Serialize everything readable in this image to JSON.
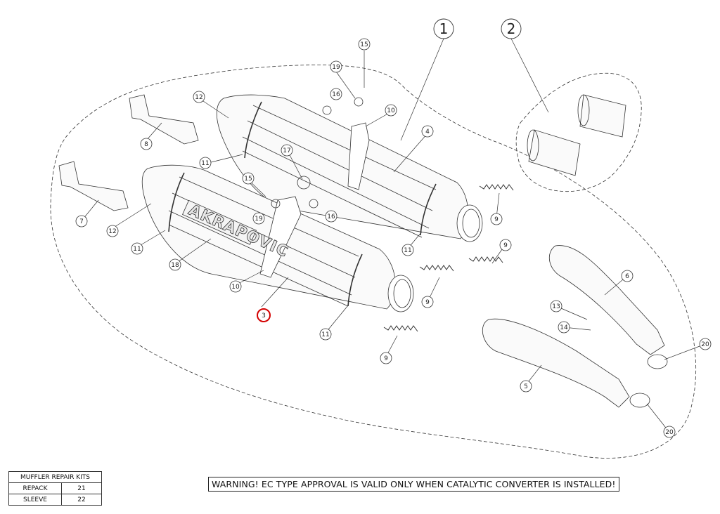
{
  "group_labels": [
    "1",
    "2"
  ],
  "callouts": [
    {
      "id": "c-15a",
      "text": "15"
    },
    {
      "id": "c-19a",
      "text": "19"
    },
    {
      "id": "c-16a",
      "text": "16"
    },
    {
      "id": "c-12a",
      "text": "12"
    },
    {
      "id": "c-10a",
      "text": "10"
    },
    {
      "id": "c-8",
      "text": "8"
    },
    {
      "id": "c-4",
      "text": "4"
    },
    {
      "id": "c-17",
      "text": "17"
    },
    {
      "id": "c-11a",
      "text": "11"
    },
    {
      "id": "c-15b",
      "text": "15"
    },
    {
      "id": "c-16b",
      "text": "16"
    },
    {
      "id": "c-19b",
      "text": "19"
    },
    {
      "id": "c-7",
      "text": "7"
    },
    {
      "id": "c-12b",
      "text": "12"
    },
    {
      "id": "c-11b",
      "text": "11"
    },
    {
      "id": "c-18",
      "text": "18"
    },
    {
      "id": "c-10b",
      "text": "10"
    },
    {
      "id": "c-3",
      "text": "3"
    },
    {
      "id": "c-11c",
      "text": "11"
    },
    {
      "id": "c-9a",
      "text": "9"
    },
    {
      "id": "c-11d",
      "text": "11"
    },
    {
      "id": "c-9b",
      "text": "9"
    },
    {
      "id": "c-9c",
      "text": "9"
    },
    {
      "id": "c-9d",
      "text": "9"
    },
    {
      "id": "c-6",
      "text": "6"
    },
    {
      "id": "c-13",
      "text": "13"
    },
    {
      "id": "c-14",
      "text": "14"
    },
    {
      "id": "c-20a",
      "text": "20"
    },
    {
      "id": "c-5",
      "text": "5"
    },
    {
      "id": "c-20b",
      "text": "20"
    }
  ],
  "highlight_color": "#d40000",
  "brand_text": "AKRAPOVIC",
  "repair_kits": {
    "title": "MUFFLER REPAIR KITS",
    "rows": [
      {
        "name": "REPACK",
        "number": "21"
      },
      {
        "name": "SLEEVE",
        "number": "22"
      }
    ]
  },
  "warning_text": "WARNING! EC TYPE APPROVAL IS VALID ONLY WHEN CATALYTIC CONVERTER IS INSTALLED!"
}
